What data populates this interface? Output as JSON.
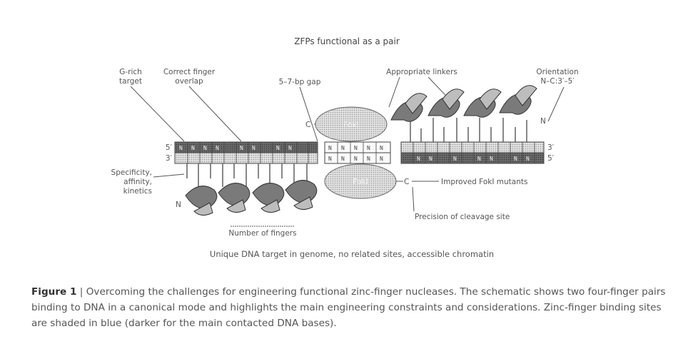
{
  "diagram": {
    "title": "ZFPs functional as a pair",
    "labels": {
      "g_rich": [
        "G-rich",
        "target"
      ],
      "correct_finger": [
        "Correct finger",
        "overlap"
      ],
      "gap": "5–7-bp gap",
      "linkers": "Appropriate linkers",
      "orientation": [
        "Orientation",
        "N–C:3′–5′"
      ],
      "specificity": [
        "Specificity,",
        "affinity,",
        "kinetics"
      ],
      "improved_fokl": "Improved FokI mutants",
      "precision": "Precision of cleavage site",
      "number_fingers": "Number of fingers",
      "unique_dna": "Unique DNA target in genome, no related sites, accessible chromatin",
      "fokl_top": "FokI",
      "fokl_bottom": "FokI",
      "c_top": "C",
      "c_bottom": "C",
      "n_right": "N",
      "n_left": "N",
      "strand_top_5": "5′",
      "strand_top_3": "3′",
      "strand_right_3": "3′",
      "strand_right_5": "5′",
      "base_letter": "N"
    }
  },
  "caption": {
    "heading": "Figure 1",
    "separator": "|",
    "text": "Overcoming the challenges for engineering functional zinc-finger nucleases. The schematic shows two four-finger pairs binding to DNA in a canonical mode and highlights the main engineering constraints and considerations. Zinc-finger binding sites are shaded in blue (darker for the main contacted DNA bases)."
  }
}
